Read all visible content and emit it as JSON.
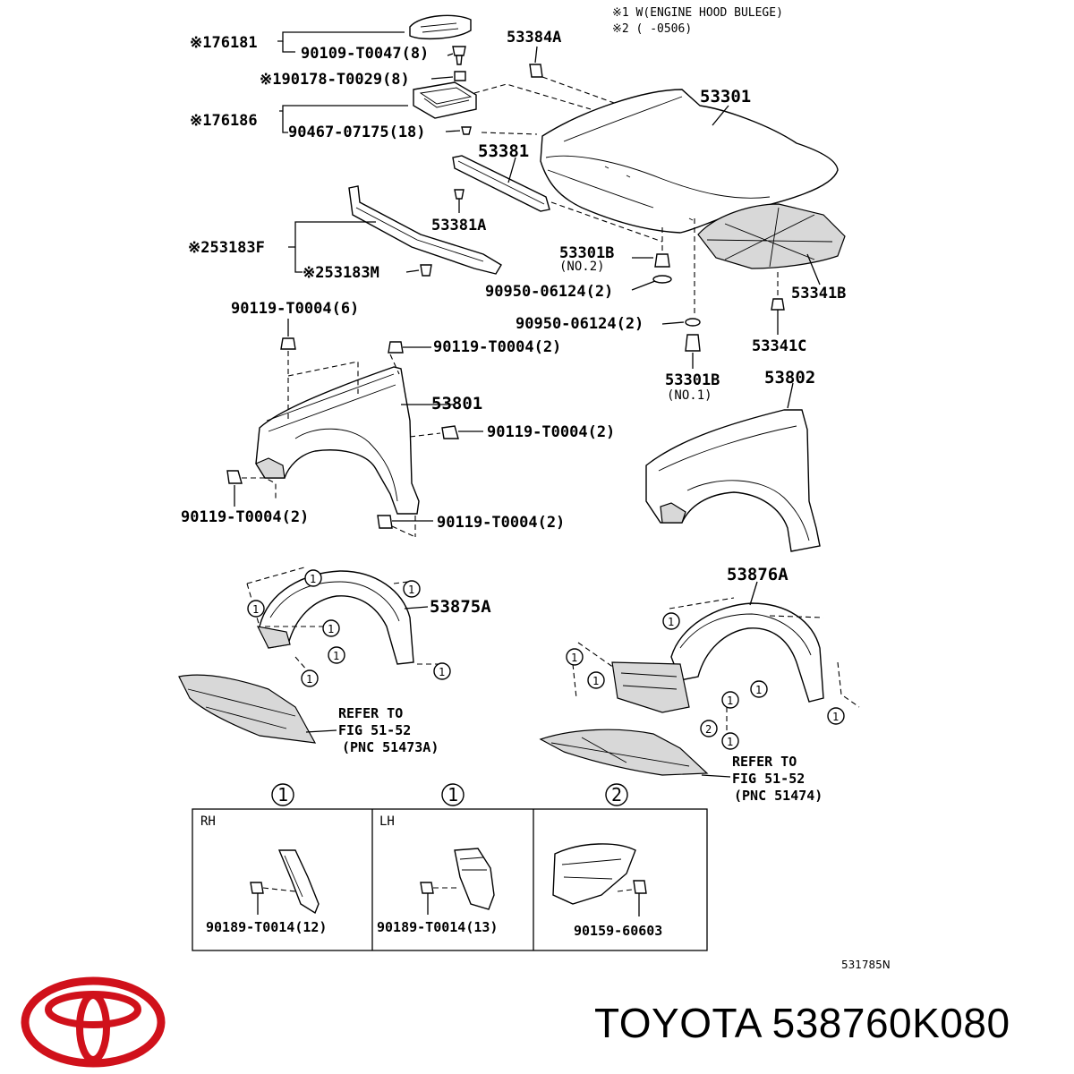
{
  "notes": {
    "note1": "※1 W(ENGINE HOOD BULEGE)",
    "note2": "※2 (    -0506)"
  },
  "labels": {
    "p176181": "※176181",
    "p90109": "90109-T0047(8)",
    "p90178": "※190178-T0029(8)",
    "p176186": "※176186",
    "p90467": "90467-07175(18)",
    "p53384A": "53384A",
    "p53301": "53301",
    "p53381": "53381",
    "p53381A": "53381A",
    "p53183F": "※253183F",
    "p53183M": "※253183M",
    "p53301B_2": "53301B",
    "p53301B_2_sub": "(NO.2)",
    "p90950a": "90950-06124(2)",
    "p90950b": "90950-06124(2)",
    "p53341B": "53341B",
    "p53341C": "53341C",
    "p53301B_1": "53301B",
    "p53301B_1_sub": "(NO.1)",
    "p90119_6": "90119-T0004(6)",
    "p90119_a": "90119-T0004(2)",
    "p53801": "53801",
    "p90119_b": "90119-T0004(2)",
    "p90119_c": "90119-T0004(2)",
    "p90119_d": "90119-T0004(2)",
    "p53802": "53802",
    "p53875A": "53875A",
    "p53876A": "53876A",
    "ref1_l1": "REFER TO",
    "ref1_l2": "FIG 51-52",
    "ref1_l3": "(PNC 51473A)",
    "ref2_l1": "REFER TO",
    "ref2_l2": "FIG 51-52",
    "ref2_l3": "(PNC 51474)"
  },
  "callouts": {
    "one": "1",
    "two": "2"
  },
  "detail_boxes": [
    {
      "marker": "1",
      "header": "RH",
      "part": "90189-T0014(12)"
    },
    {
      "marker": "1",
      "header": "LH",
      "part": "90189-T0014(13)"
    },
    {
      "marker": "2",
      "header": "",
      "part": "90159-60603"
    }
  ],
  "diagram_code": "531785N",
  "brand": {
    "name_and_part": "TOYOTA 538760K080",
    "logo": "toyota-logo-icon",
    "logo_color": "#d0111b"
  }
}
